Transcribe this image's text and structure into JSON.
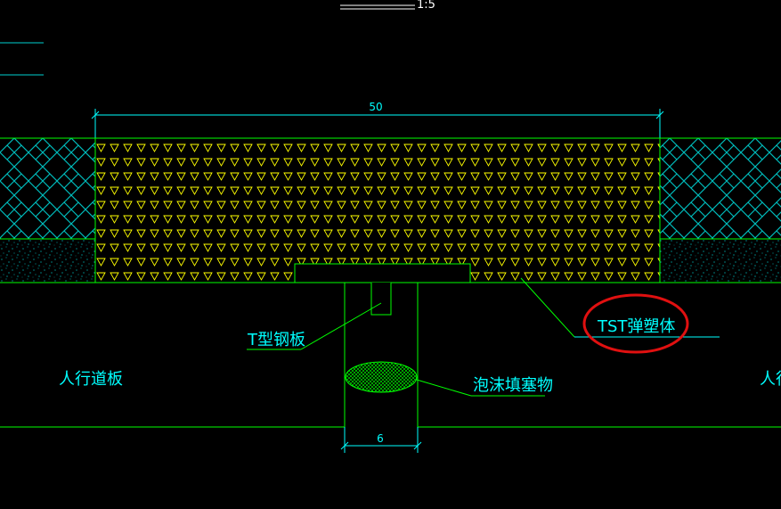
{
  "title": {
    "scale_text": "1:5"
  },
  "dimensions": {
    "top_width": "50",
    "gap_width": "6"
  },
  "labels": {
    "t_steel_plate": "T型钢板",
    "tst_elastomer": "TST弹塑体",
    "foam_filler": "泡沫填塞物",
    "sidewalk_left": "人行道板",
    "sidewalk_right": "人行"
  },
  "colors": {
    "background": "#000000",
    "structure_line": "#00ff00",
    "annotation": "#00ffff",
    "elastomer_hatch": "#ffff00",
    "highlight_circle": "#e01010",
    "title_line": "#ffffff"
  }
}
